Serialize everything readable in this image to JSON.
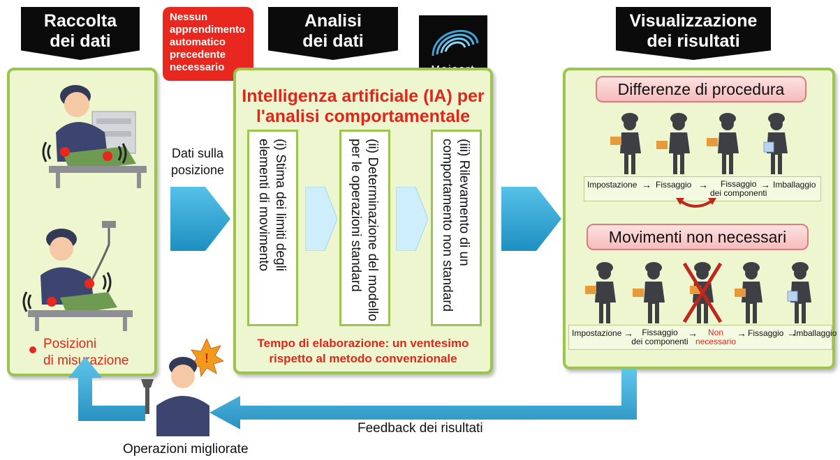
{
  "headers": {
    "raccolta": [
      "Raccolta",
      "dei dati"
    ],
    "analisi": [
      "Analisi",
      "dei dati"
    ],
    "visualizzazione": [
      "Visualizzazione",
      "dei risultati"
    ]
  },
  "bubble": [
    "Nessun",
    "apprendimento",
    "automatico",
    "precedente",
    "necessario"
  ],
  "logo_text": "Maisart",
  "ai_title": [
    "Intelligenza artificiale (IA) per",
    "l'analisi comportamentale"
  ],
  "steps": [
    [
      "(i) Stima dei limiti degli",
      "elementi di movimento"
    ],
    [
      "(ii) Determinazione del modello",
      "per le operazioni standard"
    ],
    [
      "(iii) Rilevamento di un",
      "comportamento non standard"
    ]
  ],
  "processing_time": [
    "Tempo di elaborazione: un ventesimo",
    "rispetto al metodo convenzionale"
  ],
  "position_data": [
    "Dati sulla",
    "posizione"
  ],
  "measurement": [
    "Posizioni",
    "di misurazione"
  ],
  "procedure_diff": {
    "title": "Differenze di procedura",
    "steps": [
      "Impostazione",
      "Fissaggio",
      "Fissaggio",
      "dei componenti",
      "Imballaggio"
    ]
  },
  "unnecessary": {
    "title": "Movimenti non necessari",
    "steps": [
      "Impostazione",
      "Fissaggio",
      "dei componenti",
      "Non",
      "necessario",
      "Fissaggio",
      "Imballaggio"
    ]
  },
  "arrow_glyph": "→",
  "alert_glyph": "!",
  "feedback": "Feedback dei risultati",
  "improved": "Operazioni migliorate",
  "colors": {
    "accent_red": "#e0261a",
    "panel_border": "#9cc44f",
    "panel_fill": "#eef6cf",
    "arrow_blue": "#2aa3cf"
  }
}
